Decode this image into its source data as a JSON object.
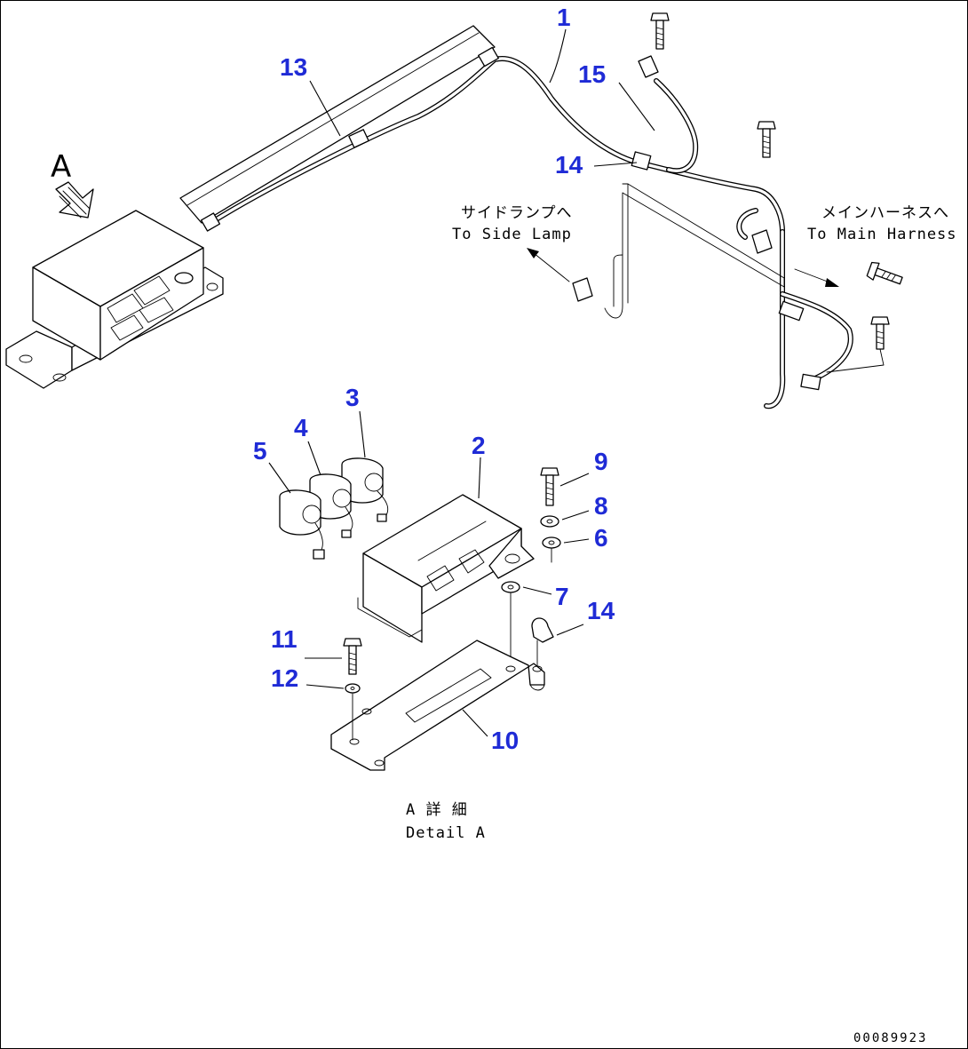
{
  "view_label": "A",
  "callouts": [
    "1",
    "2",
    "3",
    "4",
    "5",
    "6",
    "7",
    "8",
    "9",
    "10",
    "11",
    "12",
    "13",
    "14",
    "14",
    "15"
  ],
  "notes": {
    "side_lamp_jp": "サイドランプへ",
    "side_lamp_en": "To Side Lamp",
    "main_harness_jp": "メインハーネスへ",
    "main_harness_en": "To Main Harness",
    "detail_jp": "A 詳 細",
    "detail_en": "Detail A"
  },
  "document_number": "00089923",
  "colors": {
    "callout": "#1f2bd6",
    "line": "#000000"
  }
}
